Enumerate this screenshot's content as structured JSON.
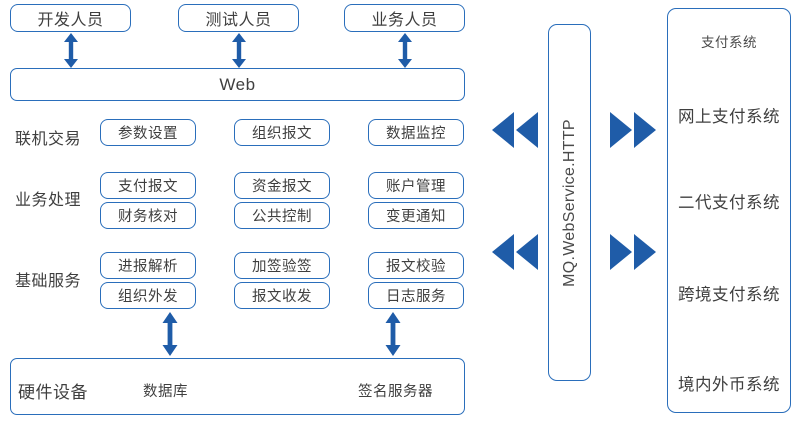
{
  "theme": {
    "border_color": "#2a6ebb",
    "arrow_color": "#1f5ca8",
    "text_color": "#3f3f3f",
    "background": "#ffffff"
  },
  "actors": {
    "items": [
      {
        "label": "开发人员"
      },
      {
        "label": "测试人员"
      },
      {
        "label": "业务人员"
      }
    ]
  },
  "web_layer": {
    "label": "Web"
  },
  "layers": [
    {
      "name": "联机交易",
      "columns": [
        {
          "items": [
            "参数设置"
          ]
        },
        {
          "items": [
            "组织报文"
          ]
        },
        {
          "items": [
            "数据监控"
          ]
        }
      ]
    },
    {
      "name": "业务处理",
      "columns": [
        {
          "items": [
            "支付报文",
            "财务核对"
          ]
        },
        {
          "items": [
            "资金报文",
            "公共控制"
          ]
        },
        {
          "items": [
            "账户管理",
            "变更通知"
          ]
        }
      ]
    },
    {
      "name": "基础服务",
      "columns": [
        {
          "items": [
            "进报解析",
            "组织外发"
          ]
        },
        {
          "items": [
            "加签验签",
            "报文收发"
          ]
        },
        {
          "items": [
            "报文校验",
            "日志服务"
          ]
        }
      ]
    }
  ],
  "hardware": {
    "label": "硬件设备",
    "items": [
      "数据库",
      "签名服务器"
    ]
  },
  "bus": {
    "label": "MQ.WebService.HTTP"
  },
  "external": {
    "title": "支付系统",
    "items": [
      "网上支付系统",
      "二代支付系统",
      "跨境支付系统",
      "境内外币系统"
    ]
  }
}
